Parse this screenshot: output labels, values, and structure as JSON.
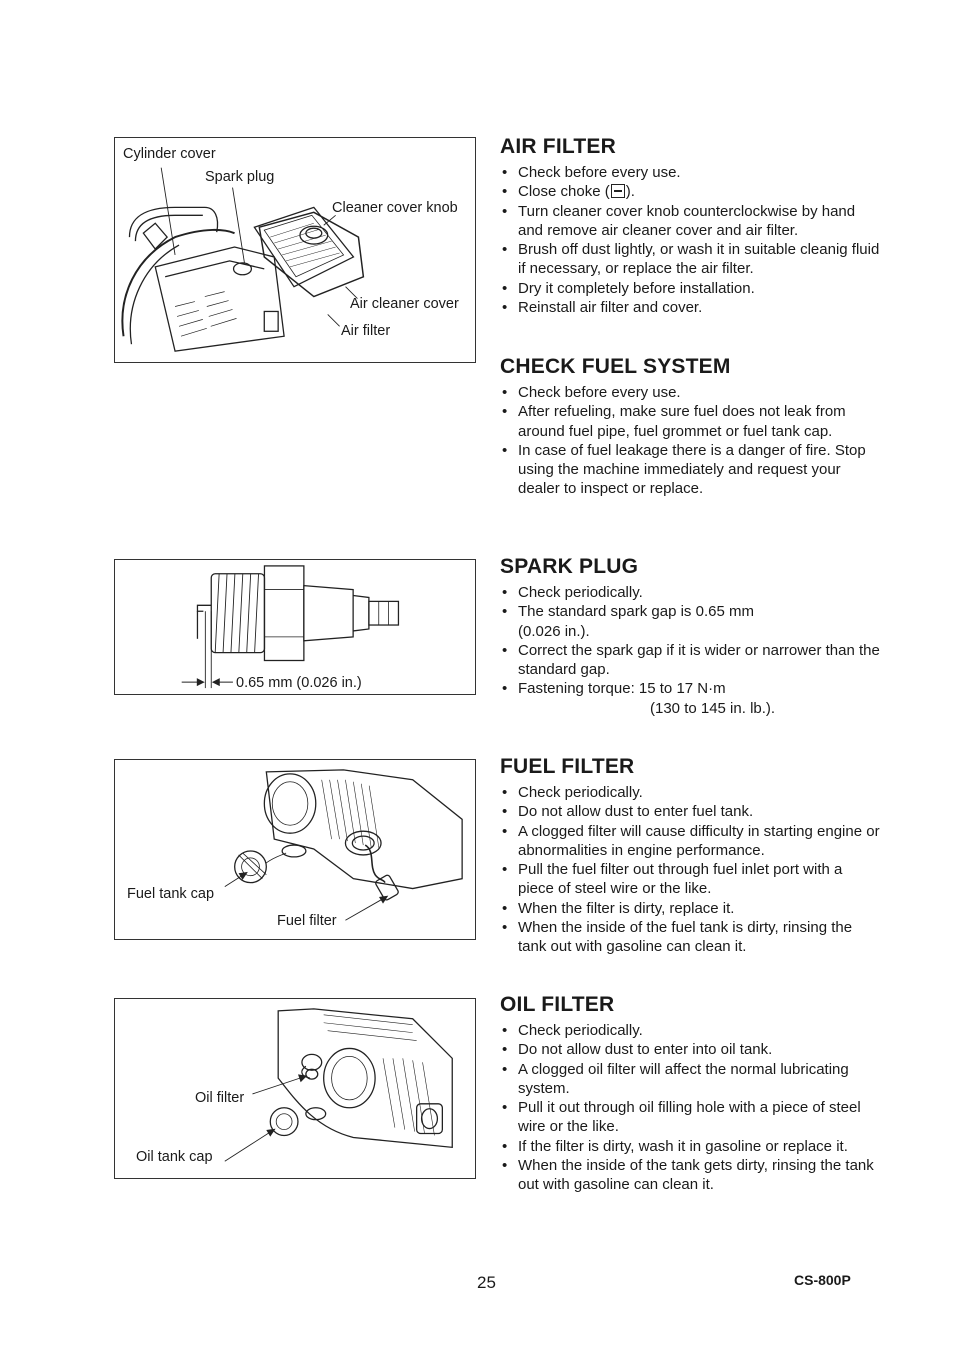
{
  "figures": {
    "air_filter": {
      "labels": {
        "cylinder_cover": "Cylinder cover",
        "spark_plug": "Spark plug",
        "cleaner_cover_knob": "Cleaner cover knob",
        "air_cleaner_cover": "Air cleaner cover",
        "air_filter": "Air filter"
      }
    },
    "spark_plug": {
      "labels": {
        "gap": "0.65 mm (0.026 in.)"
      }
    },
    "fuel_filter": {
      "labels": {
        "fuel_tank_cap": "Fuel tank cap",
        "fuel_filter": "Fuel filter"
      }
    },
    "oil_filter": {
      "labels": {
        "oil_filter": "Oil filter",
        "oil_tank_cap": "Oil tank cap"
      }
    }
  },
  "sections": {
    "air_filter": {
      "title": "AIR FILTER",
      "items": [
        "Check before every use.",
        "Close choke (",
        "Turn cleaner cover knob counterclockwise by hand and remove air cleaner cover and air filter.",
        "Brush off dust lightly, or wash it in suitable cleanig fluid if necessary, or replace the air filter.",
        "Dry it completely before installation.",
        "Reinstall air filter and cover."
      ],
      "choke_suffix": ")."
    },
    "check_fuel_system": {
      "title": "CHECK FUEL SYSTEM",
      "items": [
        "Check before every use.",
        "After refueling, make sure fuel does not leak from around fuel pipe, fuel grommet or fuel tank cap.",
        "In case of fuel leakage there is a danger of fire. Stop using the machine immediately and request your dealer to inspect or replace."
      ]
    },
    "spark_plug": {
      "title": "SPARK PLUG",
      "items": [
        "Check periodically.",
        "The standard spark gap is 0.65 mm",
        "Correct the spark gap if it is wider or narrower than the standard gap.",
        "Fastening torque:  15 to 17 N·m"
      ],
      "gap_inch": "(0.026 in.).",
      "torque_inch": "(130 to 145 in. lb.)."
    },
    "fuel_filter": {
      "title": "FUEL FILTER",
      "items": [
        "Check periodically.",
        "Do not allow dust to enter fuel tank.",
        "A clogged filter will cause difficulty in starting engine or abnormalities in engine performance.",
        "Pull the fuel filter out through fuel inlet port with a piece of steel wire or the like.",
        "When the filter is dirty, replace it.",
        "When the inside of the fuel tank is dirty, rinsing the tank out with gasoline can clean it."
      ]
    },
    "oil_filter": {
      "title": "OIL FILTER",
      "items": [
        "Check periodically.",
        "Do not allow dust to enter into oil tank.",
        "A clogged oil filter will affect the normal lubricating system.",
        "Pull it out through oil filling hole with a piece of steel wire or the like.",
        "If the filter is dirty, wash it in gasoline or replace it.",
        "When the inside of the tank gets dirty, rinsing the tank out with gasoline can clean it."
      ]
    }
  },
  "footer": {
    "page_number": "25",
    "model": "CS-800P"
  }
}
